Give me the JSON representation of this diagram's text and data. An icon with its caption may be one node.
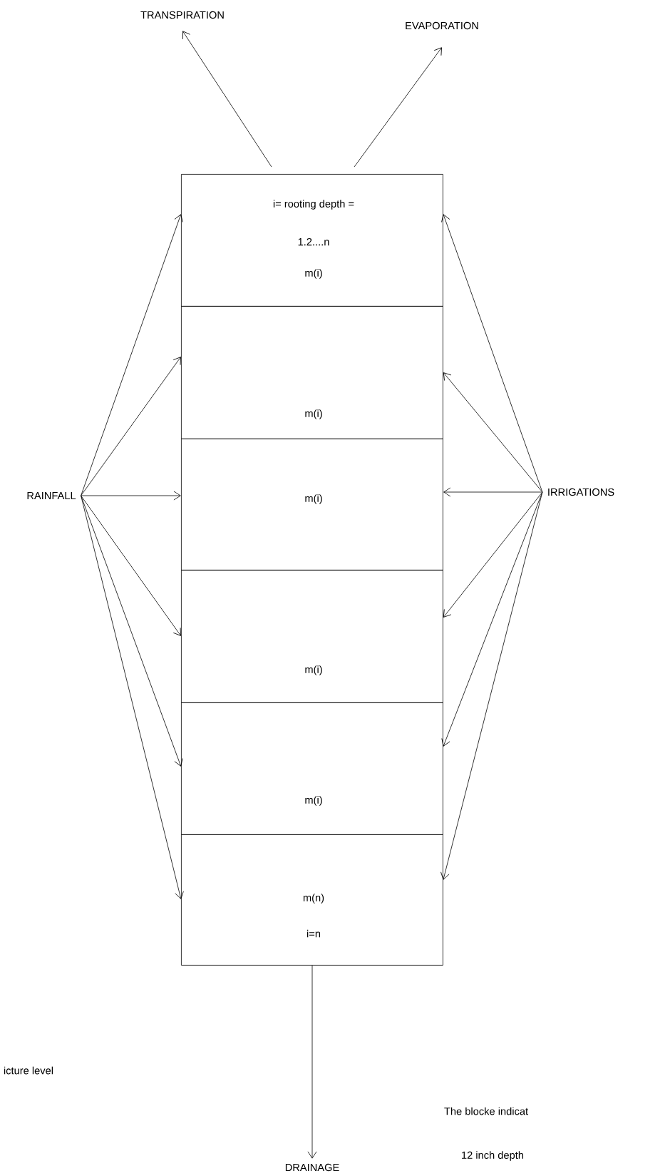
{
  "diagram": {
    "nodes": [
      {
        "text": [
          "TRANSPIRATION"
        ]
      },
      {
        "text": [
          "EVAPORATION"
        ]
      },
      {
        "text": [
          "i= rooting depth =",
          "1.2....n",
          "m(i)"
        ]
      },
      {
        "text": [
          "m(i)"
        ]
      },
      {
        "text": [
          "m(i)"
        ]
      },
      {
        "text": [
          "m(i)"
        ]
      },
      {
        "text": [
          "m(i)"
        ]
      },
      {
        "text": [
          "m(n)",
          "i=n"
        ]
      },
      {
        "text": [
          "RAINFALL"
        ]
      },
      {
        "text": [
          "IRRIGATIONS"
        ]
      },
      {
        "text": [
          "DRAINAGE"
        ]
      }
    ],
    "edges": [
      {
        "from": 2,
        "to": 0,
        "arrow": "to"
      },
      {
        "from": 2,
        "to": 1,
        "arrow": "to"
      },
      {
        "from": 8,
        "to": 2,
        "arrow": "to"
      },
      {
        "from": 8,
        "to": 3,
        "arrow": "to"
      },
      {
        "from": 8,
        "to": 4,
        "arrow": "to"
      },
      {
        "from": 8,
        "to": 5,
        "arrow": "to"
      },
      {
        "from": 8,
        "to": 6,
        "arrow": "to"
      },
      {
        "from": 8,
        "to": 7,
        "arrow": "to"
      },
      {
        "from": 9,
        "to": 2,
        "arrow": "to"
      },
      {
        "from": 9,
        "to": 3,
        "arrow": "to"
      },
      {
        "from": 9,
        "to": 4,
        "arrow": "to"
      },
      {
        "from": 9,
        "to": 5,
        "arrow": "to"
      },
      {
        "from": 9,
        "to": 6,
        "arrow": "to"
      },
      {
        "from": 9,
        "to": 7,
        "arrow": "to"
      },
      {
        "from": 7,
        "to": 10,
        "arrow": "to"
      }
    ],
    "labels": [
      "icture level",
      "The blocke indicat",
      "12 inch depth"
    ]
  }
}
